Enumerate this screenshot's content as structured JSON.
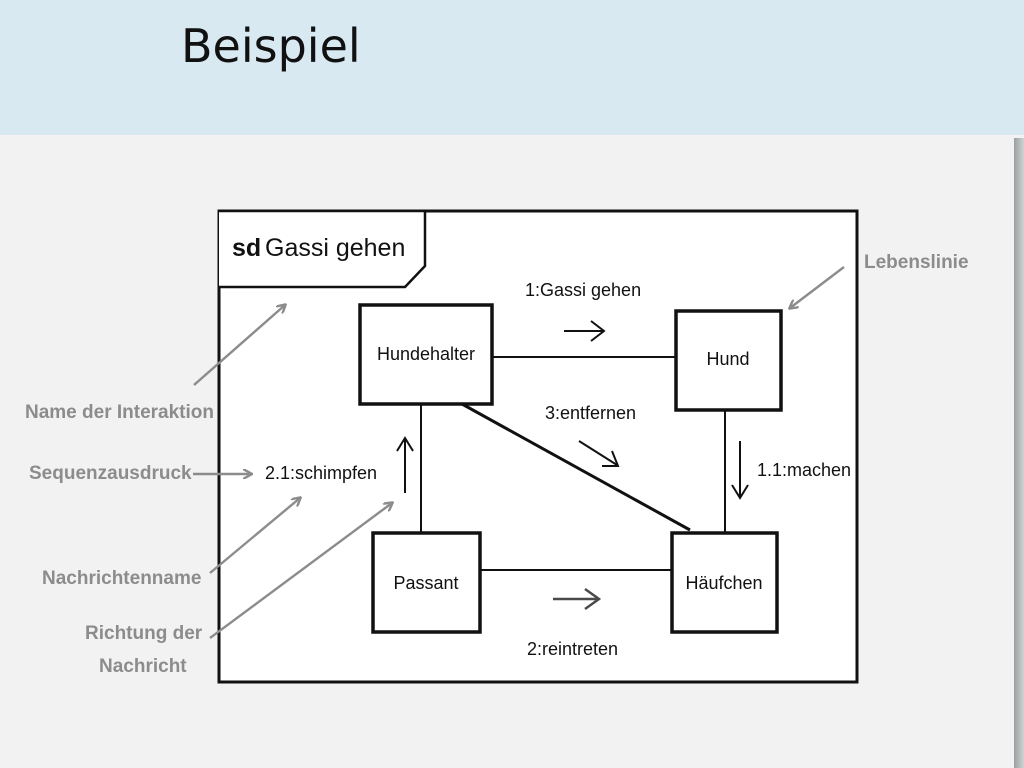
{
  "slide": {
    "title": "Beispiel"
  },
  "diagram": {
    "frame": {
      "keyword": "sd",
      "name": "Gassi gehen"
    },
    "lifelines": {
      "hundehalter": "Hundehalter",
      "hund": "Hund",
      "passant": "Passant",
      "haeufchen": "Häufchen"
    },
    "messages": {
      "m1": "1:Gassi gehen",
      "m1_1": "1.1:machen",
      "m2": "2:reintreten",
      "m2_1": "2.1:schimpfen",
      "m3": "3:entfernen"
    },
    "annotations": {
      "lebenslinie": "Lebenslinie",
      "name_der_interaktion": "Name der Interaktion",
      "sequenzausdruck": "Sequenzausdruck",
      "nachrichtenname": "Nachrichtenname",
      "richtung_line1": "Richtung der",
      "richtung_line2": "Nachricht"
    },
    "colors": {
      "annotation": "#8c8c8c",
      "diagram_ink": "#111111",
      "title_bar": "#d8e9f2"
    }
  }
}
